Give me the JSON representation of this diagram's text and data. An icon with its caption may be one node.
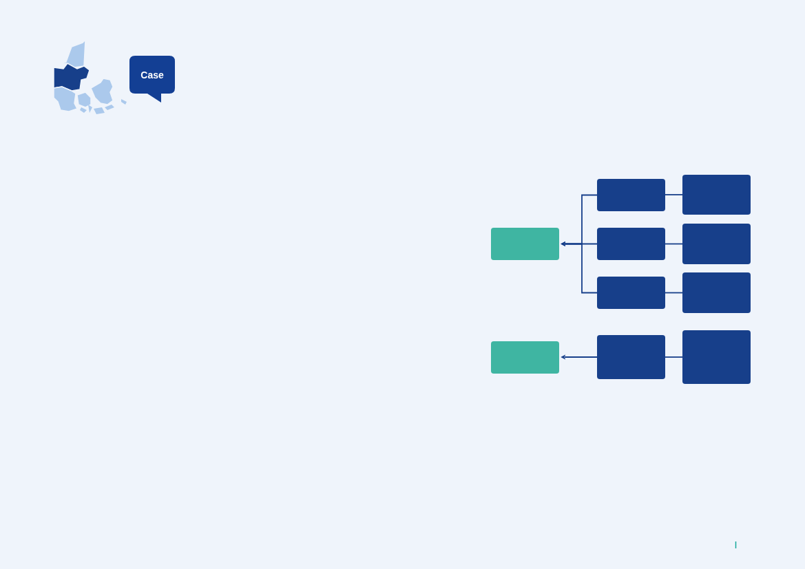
{
  "diagram": {
    "nodes": [
      {
        "text": [
          "Case"
        ]
      },
      {
        "text": [],
        "shape": "box"
      },
      {
        "text": [],
        "shape": "box"
      },
      {
        "text": [],
        "shape": "box"
      },
      {
        "text": [],
        "shape": "box"
      },
      {
        "text": [],
        "shape": "box"
      },
      {
        "text": [],
        "shape": "box"
      },
      {
        "text": [],
        "shape": "box"
      },
      {
        "text": [],
        "shape": "box"
      },
      {
        "text": [],
        "shape": "box"
      },
      {
        "text": [],
        "shape": "box"
      }
    ],
    "edges": [
      {
        "from": 3,
        "to": 1,
        "arrow": "to"
      },
      {
        "from": 4,
        "to": 1,
        "arrow": "to"
      },
      {
        "from": 5,
        "to": 1,
        "arrow": "to"
      },
      {
        "from": 6,
        "to": 2,
        "arrow": "to"
      },
      {
        "from": 7,
        "to": 3,
        "arrow": "none"
      },
      {
        "from": 8,
        "to": 4,
        "arrow": "none"
      },
      {
        "from": 9,
        "to": 5,
        "arrow": "none"
      },
      {
        "from": 10,
        "to": 6,
        "arrow": "none"
      }
    ]
  }
}
